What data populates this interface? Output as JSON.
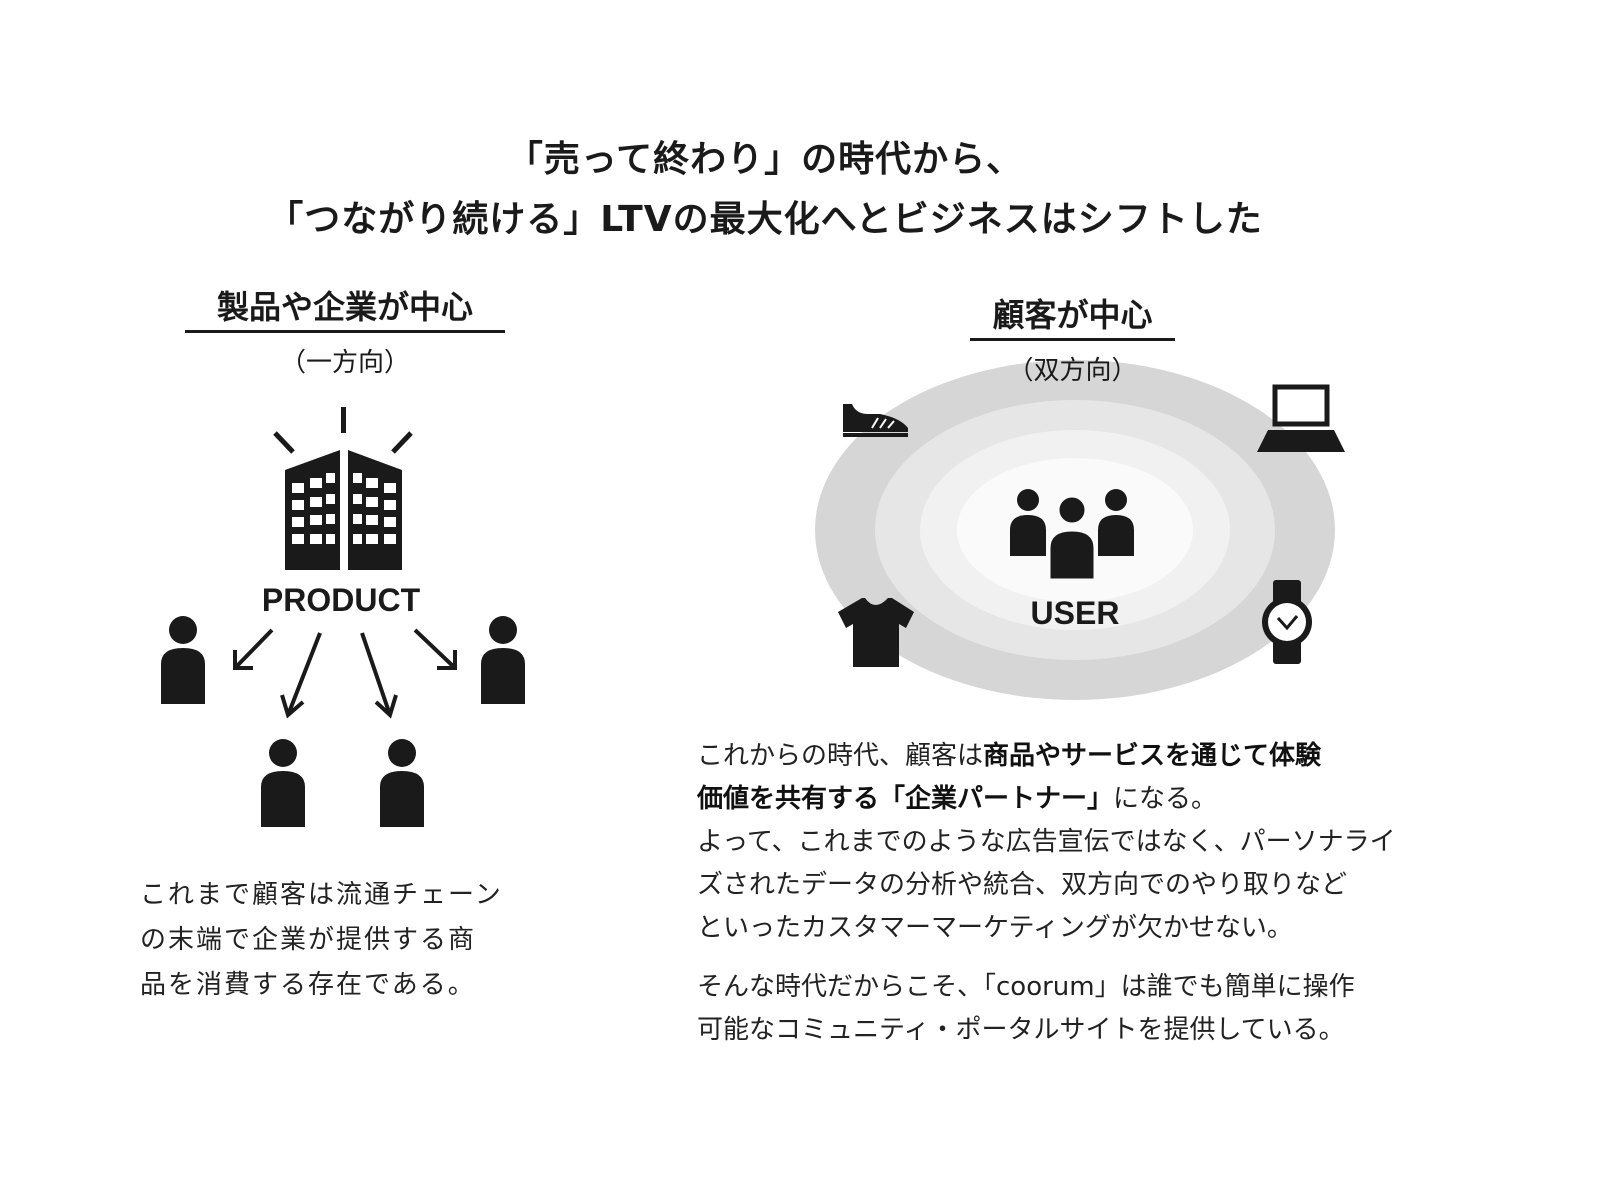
{
  "title": {
    "line1": "「売って終わり」の時代から、",
    "line2": "「つながり続ける」LTVの最大化へとビジネスはシフトした"
  },
  "left": {
    "heading": "製品や企業が中心",
    "subheading": "（一方向）",
    "product_label": "PRODUCT",
    "paragraph_lines": [
      "これまで顧客は流通チェーン",
      "の末端で企業が提供する商",
      "品を消費する存在である。"
    ]
  },
  "right": {
    "heading": "顧客が中心",
    "subheading": "（双方向）",
    "user_label": "USER",
    "p1": {
      "a": "これからの時代、顧客は",
      "b": "商品やサービスを通じて体験",
      "c": "価値を共有する「企業パートナー」",
      "d": "になる。"
    },
    "p2_lines": [
      "よって、これまでのような広告宣伝ではなく、パーソナライ",
      "ズされたデータの分析や統合、双方向でのやり取りなど",
      "といったカスタマーマーケティングが欠かせない。"
    ],
    "p3_lines": [
      "そんな時代だからこそ、「coorum」は誰でも簡単に操作",
      "可能なコミュニティ・ポータルサイトを提供している。"
    ]
  },
  "colors": {
    "ink": "#1a1a1a",
    "ring1": "#d6d6d6",
    "ring2": "#e6e6e6",
    "ring3": "#f1f1f1",
    "ring4": "#fafafa"
  },
  "icons": [
    "building-icon",
    "person-icon",
    "arrow-icon",
    "shoe-icon",
    "laptop-icon",
    "tshirt-icon",
    "watch-icon",
    "user-group-icon"
  ]
}
